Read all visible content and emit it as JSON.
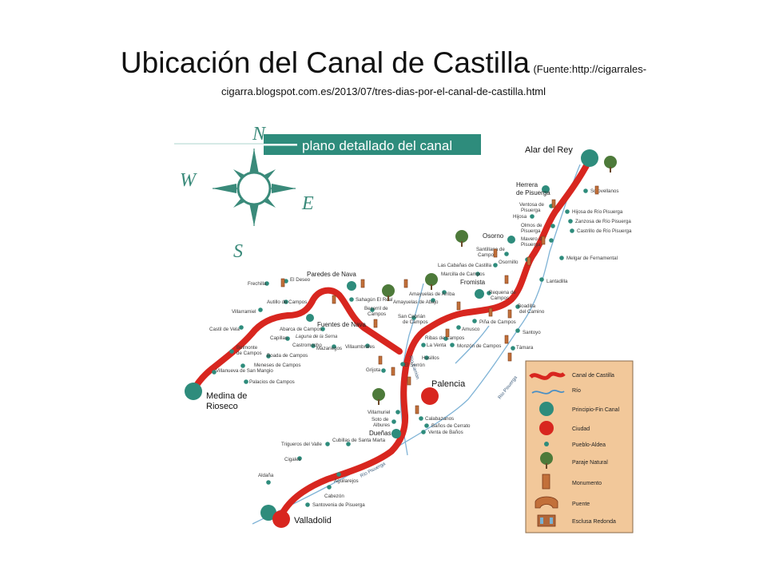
{
  "title": {
    "main": "Ubicación del Canal de Castilla",
    "source_part1": "(Fuente:http://cigarrales-",
    "source_part2": "cigarra.blogspot.com.es/2013/07/tres-dias-por-el-canal-de-castilla.html"
  },
  "map": {
    "banner": "plano detallado del canal",
    "compass": {
      "north": "N",
      "south": "S",
      "east": "E",
      "west": "W"
    },
    "colors": {
      "canal": "#d8261f",
      "river": "#7fb3d6",
      "teal": "#2e8c7c",
      "city": "#d8261f",
      "legend_bg": "#f2c89a"
    },
    "endpoints": [
      "Alar del Rey",
      "Medina de",
      "Rioseco",
      "Valladolid"
    ],
    "cities": [
      "Palencia"
    ],
    "towns": [
      "Herrera",
      "de Pisuerga",
      "Osorno",
      "Paredes de Nava",
      "Fuentes de Nava",
      "Fromista",
      "Dueñas"
    ],
    "villages": [
      "Sotovellanos",
      "Ventosa de",
      "Pisuerga",
      "Hijosa de Río Pisuerga",
      "Hijosa",
      "Zanzosa de Río Pisuerga",
      "Olmos de",
      "Pisuerga",
      "Castrillo de Río Pisuerga",
      "Mavero de",
      "Pisuerga",
      "Santillana de",
      "Campos",
      "Osornillo",
      "Melgar de Fernamental",
      "Las Cabañas de Castilla",
      "Marcilla de Campos",
      "Lantadilla",
      "Frechilla",
      "El Deseo",
      "Sahagún El Real",
      "Amayuelas de Arriba",
      "Requena de",
      "Campos",
      "Autillo de Campos",
      "Becerril de",
      "Campos",
      "Amayuelas de Abajo",
      "Boadilla",
      "del Camino",
      "Villarramiel",
      "San Cebrián",
      "de Campos",
      "Piña de Campos",
      "Abarca de Campos",
      "Amusco",
      "Santoyo",
      "Castil de Vela",
      "Capillas",
      "Ribas de Campos",
      "Castromocho",
      "Mazariegos",
      "Villaumbrales",
      "La Venta",
      "Monzón de Campos",
      "Támara",
      "Belmonte",
      "de Campos",
      "Boada de Campos",
      "Husillos",
      "Meneses de Campos",
      "El Serrón",
      "Villanueva de San Mangio",
      "Grijota",
      "Palacios de Campos",
      "Villamuriel",
      "Soto de",
      "Albures",
      "Calabazanos",
      "Baños de Cerrato",
      "Venta de Baños",
      "Trigueros del Valle",
      "Cubillas de Santa Marta",
      "Cigales",
      "Aldaña",
      "Aguilarejos",
      "Cabezón",
      "Santovenia de Pisuerga"
    ],
    "special_labels": {
      "lake": "Laguna de la Serna",
      "river_pisuerga_1": "Río Pisuerga",
      "river_pisuerga_2": "Río Pisuerga",
      "river_carrion": "Río Carrión"
    }
  },
  "legend": {
    "items": [
      {
        "label": "Canal de Castilla",
        "icon": "canal-symbol"
      },
      {
        "label": "Río",
        "icon": "river-symbol"
      },
      {
        "label": "Principio-Fin Canal",
        "icon": "teal-circle"
      },
      {
        "label": "Ciudad",
        "icon": "red-circle"
      },
      {
        "label": "Pueblo-Aldea",
        "icon": "small-teal-dot"
      },
      {
        "label": "Paraje Natural",
        "icon": "tree-icon"
      },
      {
        "label": "Monumento",
        "icon": "tower-icon"
      },
      {
        "label": "Puente",
        "icon": "bridge-icon"
      },
      {
        "label": "Esclusa Redonda",
        "icon": "lock-icon"
      }
    ]
  }
}
